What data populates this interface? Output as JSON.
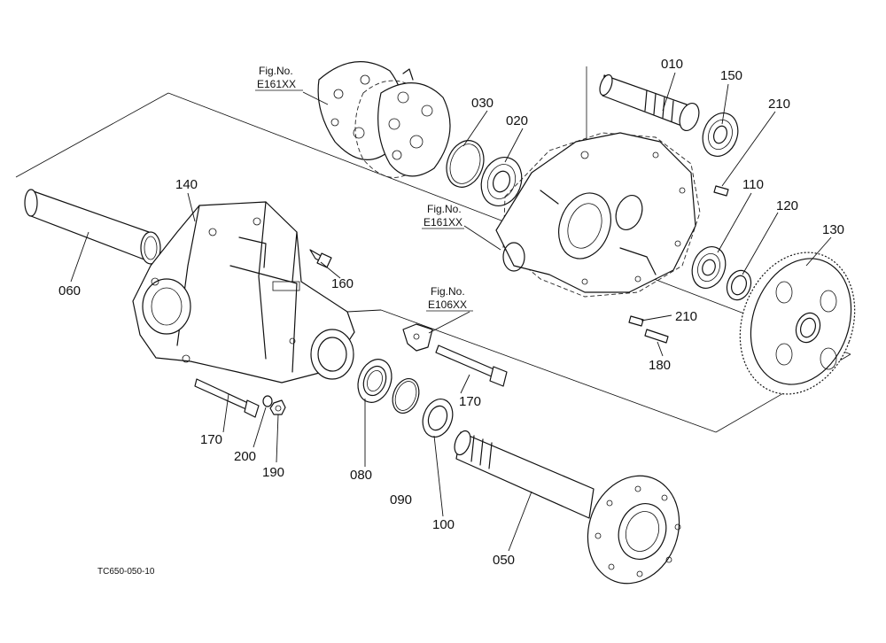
{
  "figure_code": "TC650-050-10",
  "refs": [
    {
      "line1": "Fig.No.",
      "line2": "E161XX"
    },
    {
      "line1": "Fig.No.",
      "line2": "E161XX"
    },
    {
      "line1": "Fig.No.",
      "line2": "E106XX"
    }
  ],
  "parts": [
    "010",
    "150",
    "210",
    "030",
    "020",
    "110",
    "120",
    "130",
    "140",
    "160",
    "060",
    "210",
    "180",
    "170",
    "170",
    "200",
    "190",
    "080",
    "090",
    "100",
    "050"
  ]
}
